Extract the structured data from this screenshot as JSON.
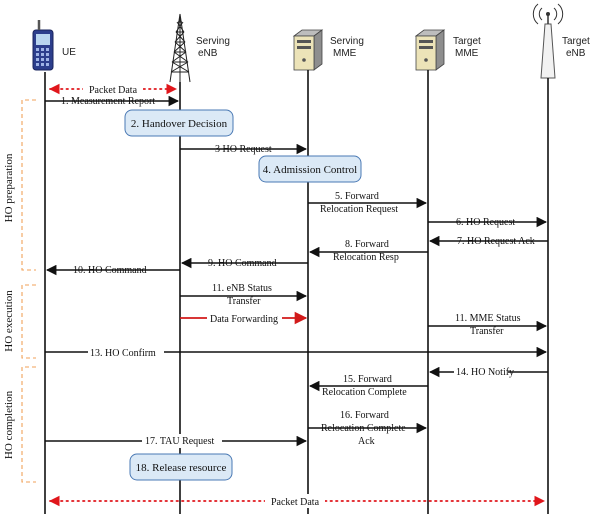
{
  "entities": {
    "ue": "UE",
    "serving_enb": [
      "Serving",
      "eNB"
    ],
    "serving_mme": [
      "Serving",
      "MME"
    ],
    "target_mme": [
      "Target",
      "MME"
    ],
    "target_enb": [
      "Target",
      "eNB"
    ]
  },
  "phases": {
    "preparation": "HO preparation",
    "execution": "HO execution",
    "completion": "HO completion"
  },
  "packet_data_top": "Packet Data",
  "packet_data_bottom": "Packet Data",
  "messages": {
    "m1": "1. Measurement Report",
    "m3": "3 HO Request",
    "m5": [
      "5. Forward",
      "Relocation Request"
    ],
    "m6": "6. HO Request",
    "m7": "7. HO Request Ack",
    "m8": [
      "8. Forward",
      "Relocation Resp"
    ],
    "m9": "9. HO Command",
    "m10": "10. HO Command",
    "m11a": [
      "11. eNB Status",
      "Transfer"
    ],
    "data_fwd": "Data Forwarding",
    "m11b": [
      "11. MME Status",
      "Transfer"
    ],
    "m13": "13. HO Confirm",
    "m14": "14. HO Notify",
    "m15": [
      "15. Forward",
      "Relocation Complete"
    ],
    "m16": [
      "16. Forward",
      "Relocation Complete",
      "Ack"
    ],
    "m17": "17. TAU Request"
  },
  "processes": {
    "p2": "2. Handover Decision",
    "p4": "4. Admission Control",
    "p18": "18. Release resource"
  },
  "colors": {
    "lifeline": "#111111",
    "process_fill": "#dbe9f6",
    "process_border": "#4a79b4",
    "phase_bracket": "#f0a25a",
    "packet_data": "#e0161b",
    "data_forwarding": "#d21a1a"
  },
  "icons": [
    "mobile-phone-icon",
    "cell-tower-icon",
    "server-icon",
    "server-icon",
    "antenna-icon"
  ]
}
